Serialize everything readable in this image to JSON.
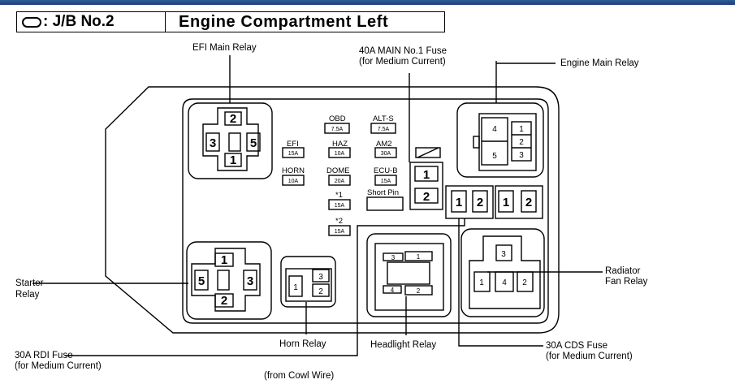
{
  "title": {
    "symbol": ": J/B No.2",
    "name": "Engine Compartment Left"
  },
  "callouts": {
    "efi_main_relay": "EFI Main Relay",
    "main_fuse_line1": "40A MAIN No.1 Fuse",
    "main_fuse_line2": "(for Medium Current)",
    "engine_main_relay": "Engine Main Relay",
    "starter_relay_line1": "Starter",
    "starter_relay_line2": "Relay",
    "radiator_relay_line1": "Radiator",
    "radiator_relay_line2": "Fan Relay",
    "horn_relay": "Horn Relay",
    "headlight_relay": "Headlight Relay",
    "cds_fuse_line1": "30A CDS Fuse",
    "cds_fuse_line2": "(for Medium Current)",
    "rdi_fuse_line1": "30A RDI Fuse",
    "rdi_fuse_line2": "(for Medium Current)",
    "cowl_wire": "(from Cowl Wire)"
  },
  "fuses": [
    {
      "name": "OBD",
      "amp": "7.5A"
    },
    {
      "name": "ALT-S",
      "amp": "7.5A"
    },
    {
      "name": "EFI",
      "amp": "15A"
    },
    {
      "name": "HAZ",
      "amp": "10A"
    },
    {
      "name": "AM2",
      "amp": "30A"
    },
    {
      "name": "HORN",
      "amp": "10A"
    },
    {
      "name": "DOME",
      "amp": "20A"
    },
    {
      "name": "ECU-B",
      "amp": "15A"
    },
    {
      "name": "*1",
      "amp": "15A"
    },
    {
      "name": "*2",
      "amp": "15A"
    }
  ],
  "short_pin": "Short Pin",
  "pins": {
    "efi_main": [
      "2",
      "3",
      "5",
      "1"
    ],
    "starter": [
      "1",
      "5",
      "3",
      "2"
    ],
    "engine_main": [
      "4",
      "5",
      "1",
      "2",
      "3"
    ],
    "main_fuse": [
      "1",
      "2"
    ],
    "cds_rdi_pair": [
      "1",
      "2",
      "1",
      "2"
    ],
    "horn": [
      "3",
      "1",
      "2"
    ],
    "headlight": [
      "3",
      "1",
      "4",
      "2"
    ],
    "radiator": [
      "3",
      "1",
      "4",
      "2"
    ]
  }
}
